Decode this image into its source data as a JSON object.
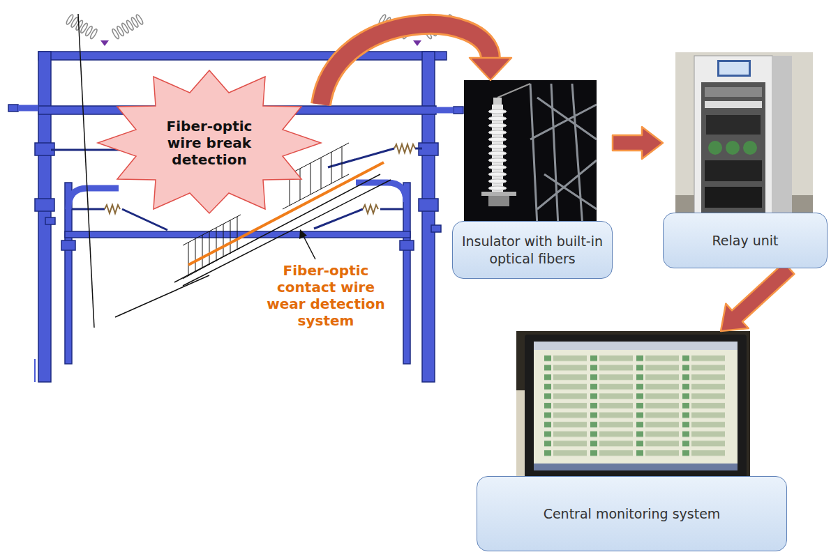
{
  "diagram": {
    "nodes": [
      {
        "text": [
          "Fiber-optic wire break detection"
        ]
      },
      {
        "text": [
          "Insulator with built-in optical fibers"
        ]
      },
      {
        "text": [
          "Relay unit"
        ]
      },
      {
        "text": [
          "Central monitoring system"
        ]
      }
    ],
    "edges": [
      {
        "from": 0,
        "to": 1,
        "arrow": "to"
      },
      {
        "from": 1,
        "to": 2,
        "arrow": "to"
      },
      {
        "from": 2,
        "to": 3,
        "arrow": "to"
      }
    ],
    "labels": [
      "Fiber-optic contact wire wear detection system"
    ]
  }
}
